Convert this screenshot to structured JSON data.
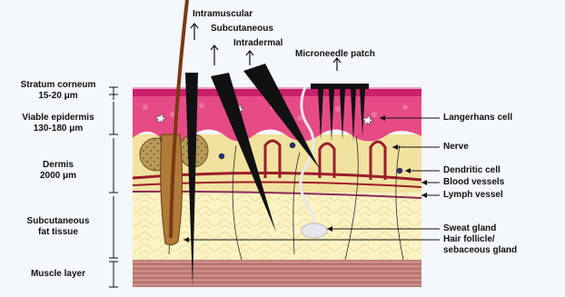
{
  "top_labels": {
    "intramuscular": "Intramuscular",
    "subcutaneous": "Subcutaneous",
    "intradermal": "Intradermal",
    "microneedle_patch": "Microneedle patch"
  },
  "left_layers": {
    "stratum_corneum": "Stratum corneum",
    "stratum_corneum_thickness": "15-20 μm",
    "viable_epidermis": "Viable epidermis",
    "viable_epidermis_thickness": "130-180 μm",
    "dermis": "Dermis",
    "dermis_thickness": "2000 μm",
    "subcutaneous_fat_1": "Subcutaneous",
    "subcutaneous_fat_2": "fat tissue",
    "muscle_layer": "Muscle layer"
  },
  "right_labels": {
    "langerhans_cell": "Langerhans cell",
    "nerve": "Nerve",
    "dendritic_cell": "Dendritic cell",
    "blood_vessels": "Blood vessels",
    "lymph_vessel": "Lymph vessel",
    "sweat_gland": "Sweat gland",
    "hair_follicle_1": "Hair follicle/",
    "hair_follicle_2": "sebaceous gland"
  },
  "colors": {
    "background": "#f4f7fb",
    "stratum_corneum": "#c8206a",
    "epidermis": "#e64b86",
    "dermis": "#f1e2a0",
    "fat": "#fbf3c4",
    "muscle": "#c98c86",
    "blood_vessel": "#9b1c2a",
    "hair": "#7a3a14",
    "needle": "#111111"
  }
}
